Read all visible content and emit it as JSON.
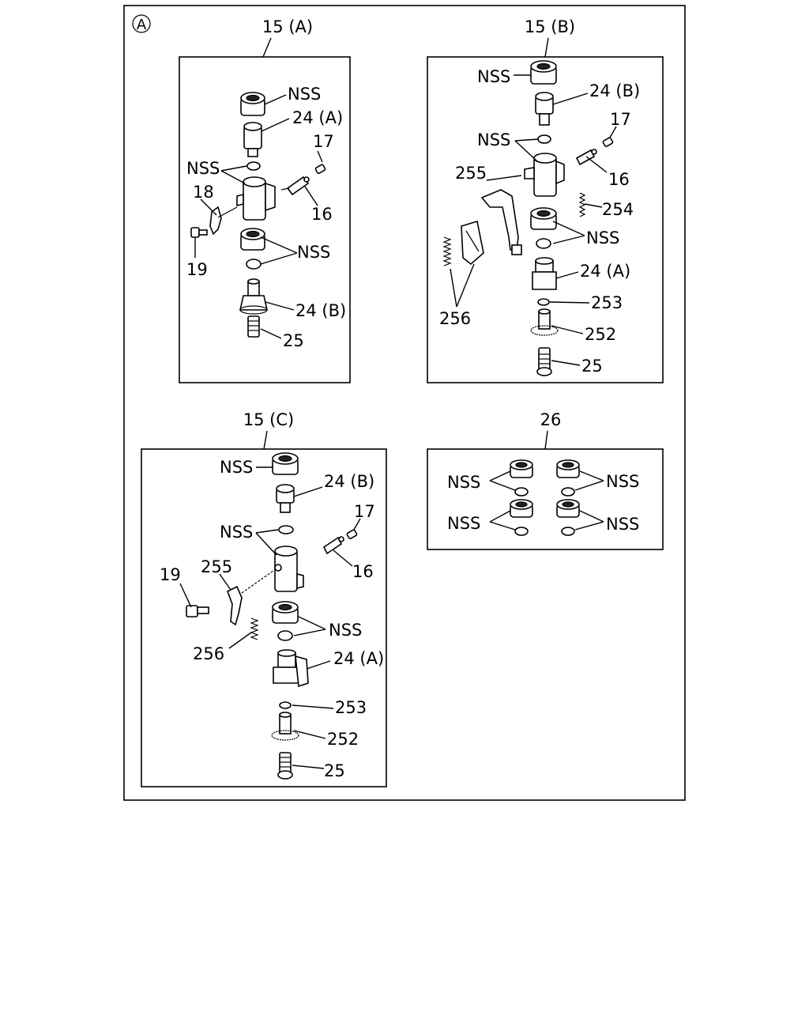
{
  "marker": "A",
  "groups": {
    "a": {
      "title": "15 (A)",
      "labels": [
        "NSS",
        "24 (A)",
        "17",
        "NSS",
        "18",
        "16",
        "19",
        "NSS",
        "24 (B)",
        "25"
      ]
    },
    "b": {
      "title": "15 (B)",
      "labels": [
        "NSS",
        "24 (B)",
        "17",
        "NSS",
        "255",
        "16",
        "254",
        "NSS",
        "24 (A)",
        "256",
        "253",
        "252",
        "25"
      ]
    },
    "c": {
      "title": "15 (C)",
      "labels": [
        "NSS",
        "24 (B)",
        "17",
        "NSS",
        "255",
        "19",
        "16",
        "NSS",
        "256",
        "24 (A)",
        "253",
        "252",
        "25"
      ]
    },
    "d": {
      "title": "26",
      "labels": [
        "NSS",
        "NSS",
        "NSS",
        "NSS"
      ]
    }
  }
}
